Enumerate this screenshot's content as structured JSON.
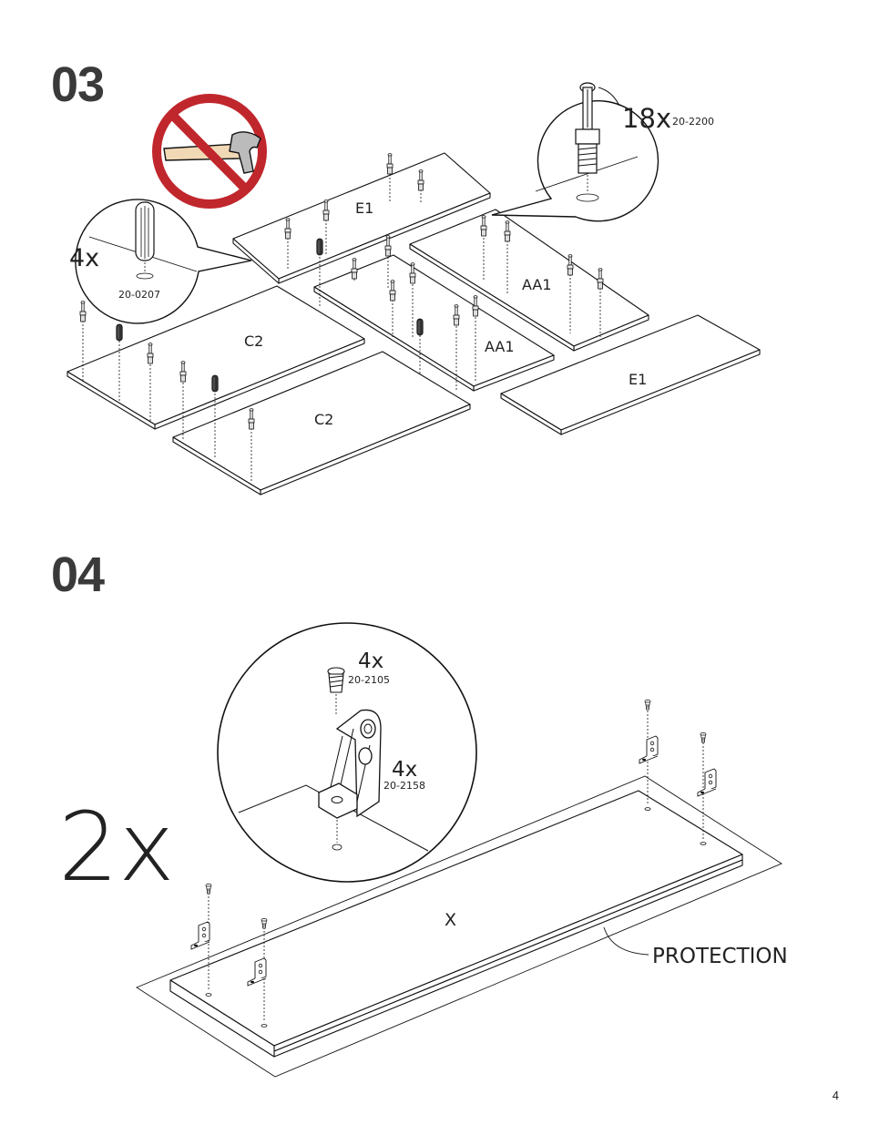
{
  "step3": {
    "number": "03",
    "panels": {
      "e1_top": "E1",
      "aa1_right": "AA1",
      "aa1_mid": "AA1",
      "c2_top": "C2",
      "c2_bottom": "C2",
      "e1_bottom": "E1"
    },
    "dowel_callout": {
      "qty": "4x",
      "part": "20-0207"
    },
    "cam_callout": {
      "qty": "18x",
      "part": "20-2200"
    }
  },
  "step4": {
    "number": "04",
    "multiplier": "2x",
    "panel": "X",
    "protection_label": "PROTECTION",
    "screw_callout": {
      "qty": "4x",
      "part": "20-2105"
    },
    "bracket_callout": {
      "qty": "4x",
      "part": "20-2158"
    }
  },
  "page_number": "4",
  "colors": {
    "no_sign": "#c0272d",
    "line": "#1a1a1a"
  },
  "icons": {
    "no_hammer": "no-hammer-icon",
    "dowel": "wooden-dowel-icon",
    "cam_bolt": "cam-bolt-icon",
    "screw": "screw-icon",
    "bracket": "l-bracket-icon"
  }
}
